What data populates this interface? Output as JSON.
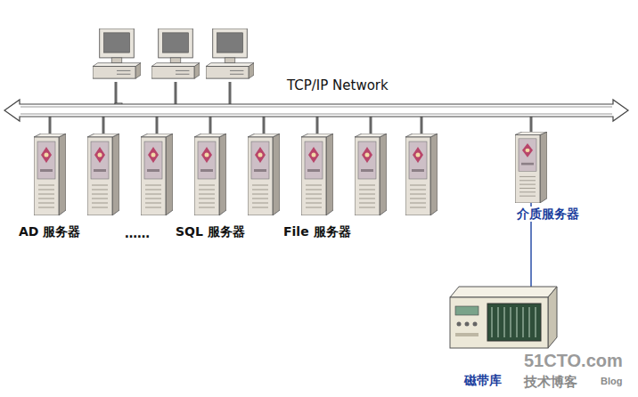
{
  "diagram": {
    "nodes": [
      {
        "text": [
          "TCP/IP Network"
        ]
      },
      {
        "text": [
          "AD 服务器"
        ]
      },
      {
        "text": [
          "SQL 服务器"
        ]
      },
      {
        "text": [
          "File 服务器"
        ]
      },
      {
        "text": [
          "介质服务器"
        ]
      },
      {
        "text": [
          "磁带库"
        ]
      }
    ],
    "edges": [
      {
        "from": 1,
        "to": 0,
        "arrow": "none"
      },
      {
        "from": 2,
        "to": 0,
        "arrow": "none"
      },
      {
        "from": 3,
        "to": 0,
        "arrow": "none"
      },
      {
        "from": 4,
        "to": 0,
        "arrow": "none"
      },
      {
        "from": 4,
        "to": 5,
        "arrow": "none"
      }
    ],
    "labels": [
      "……",
      "51CTO.com",
      "技术博客",
      "Blog"
    ]
  }
}
